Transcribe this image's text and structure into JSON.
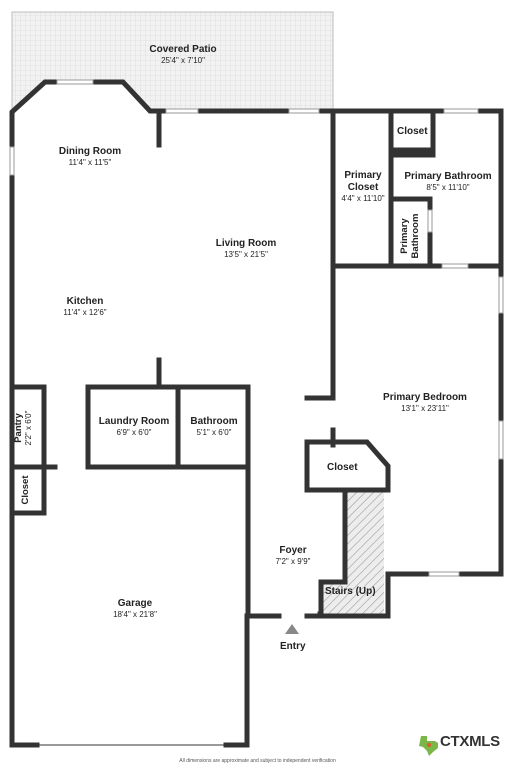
{
  "rooms": {
    "covered_patio": {
      "name": "Covered Patio",
      "dim": "25'4\" x 7'10\""
    },
    "dining_room": {
      "name": "Dining Room",
      "dim": "11'4\" x 11'5\""
    },
    "living_room": {
      "name": "Living Room",
      "dim": "13'5\" x 21'5\""
    },
    "kitchen": {
      "name": "Kitchen",
      "dim": "11'4\" x 12'6\""
    },
    "pantry": {
      "name": "Pantry",
      "dim": "2'2\" x 6'0\""
    },
    "closet_left": {
      "name": "Closet"
    },
    "laundry_room": {
      "name": "Laundry Room",
      "dim": "6'9\" x 6'0\""
    },
    "bathroom": {
      "name": "Bathroom",
      "dim": "5'1\" x 6'0\""
    },
    "garage": {
      "name": "Garage",
      "dim": "18'4\" x 21'8\""
    },
    "foyer": {
      "name": "Foyer",
      "dim": "7'2\" x 9'9\""
    },
    "entry": {
      "name": "Entry"
    },
    "closet_foyer": {
      "name": "Closet"
    },
    "stairs": {
      "name": "Stairs (Up)"
    },
    "primary_closet": {
      "name_line1": "Primary",
      "name_line2": "Closet",
      "dim": "4'4\" x 11'10\""
    },
    "closet_top": {
      "name": "Closet"
    },
    "primary_bathroom": {
      "name": "Primary Bathroom",
      "dim": "8'5\" x 11'10\""
    },
    "primary_bathroom_small": {
      "name_line1": "Primary",
      "name_line2": "Bathroom"
    },
    "primary_bedroom": {
      "name": "Primary Bedroom",
      "dim": "13'1\" x 23'11\""
    }
  },
  "logo": {
    "text": "CTXMLS",
    "icon": "texas-state-icon",
    "icon_color": "#7ab648",
    "accent": "#e05a2b"
  },
  "disclaimer": "All dimensions are approximate and subject to independent verification"
}
